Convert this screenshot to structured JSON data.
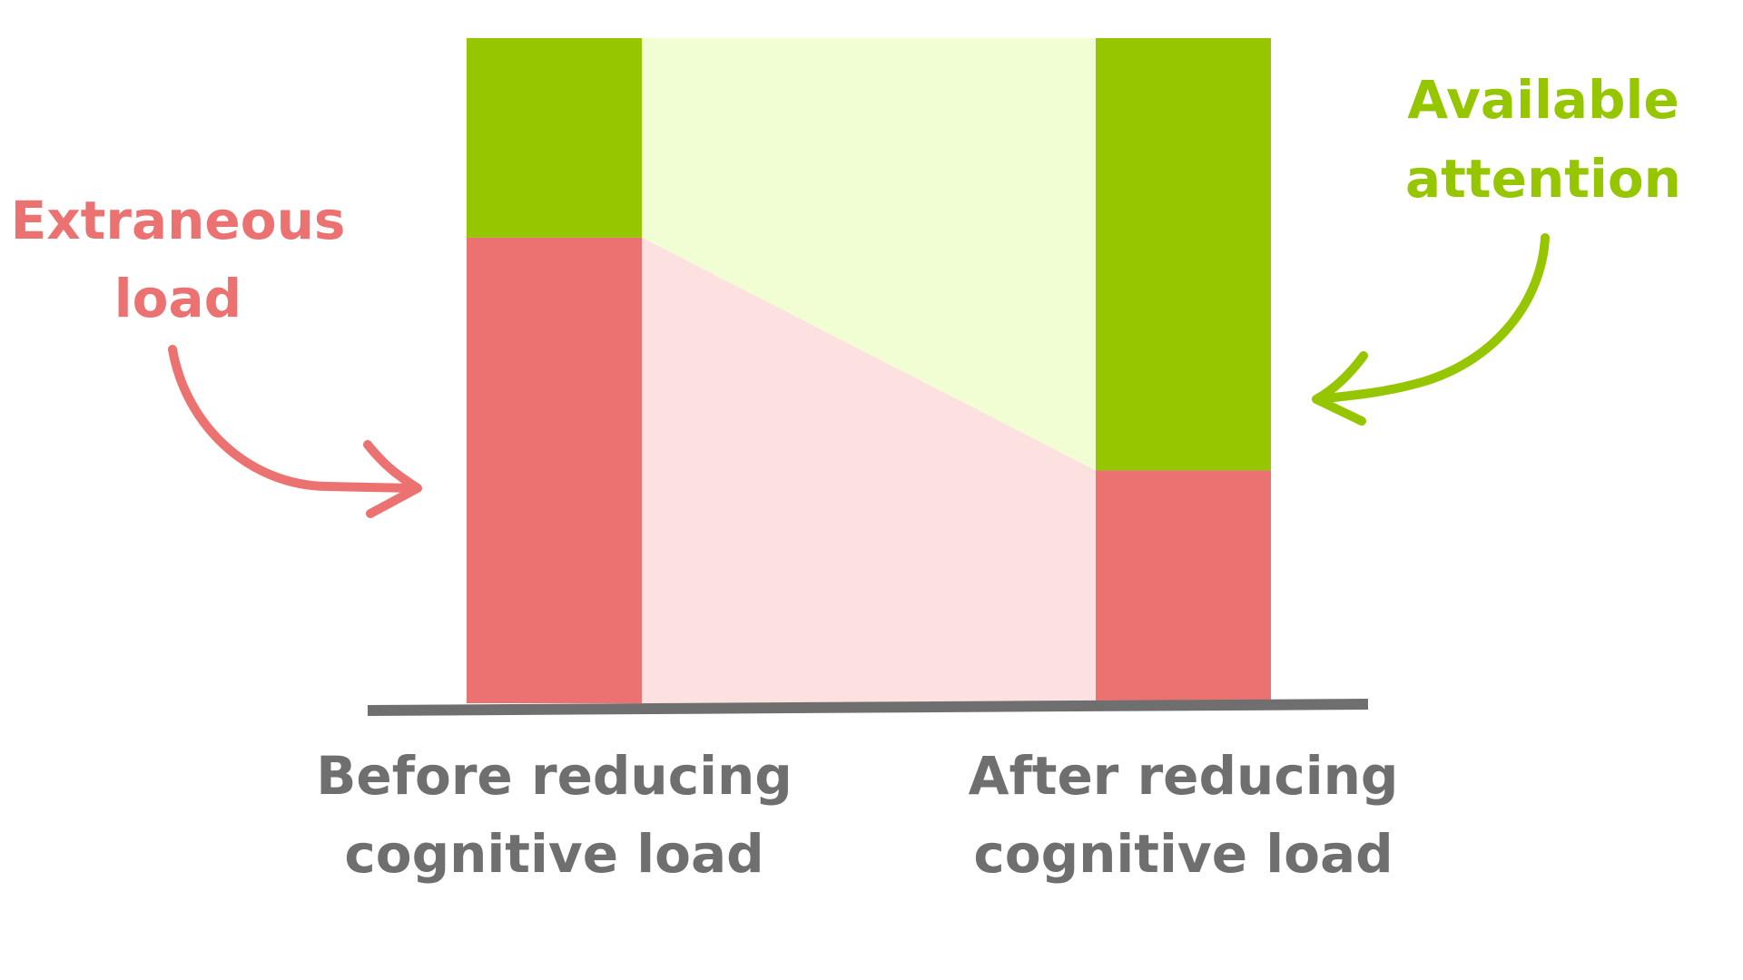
{
  "chart_data": {
    "type": "bar",
    "stacked": true,
    "categories": [
      "Before reducing cognitive load",
      "After reducing cognitive load"
    ],
    "category_lines": [
      [
        "Before reducing",
        "cognitive load"
      ],
      [
        "After reducing",
        "cognitive load"
      ]
    ],
    "series": [
      {
        "name": "Extraneous load",
        "name_lines": [
          "Extraneous",
          "load"
        ],
        "values": [
          70,
          35
        ]
      },
      {
        "name": "Available attention",
        "name_lines": [
          "Available",
          "attention"
        ],
        "values": [
          30,
          65
        ]
      }
    ],
    "ylim": [
      0,
      100
    ],
    "grid": false,
    "connector_bands": true,
    "annotation_arrows": true,
    "colors": {
      "extraneous": "#ec7272",
      "extraneous_light": "#fde0e0",
      "attention": "#96c600",
      "attention_light": "#f1fdd3",
      "axis": "#6f6f6f",
      "label_text": "#6f6f6f"
    }
  }
}
